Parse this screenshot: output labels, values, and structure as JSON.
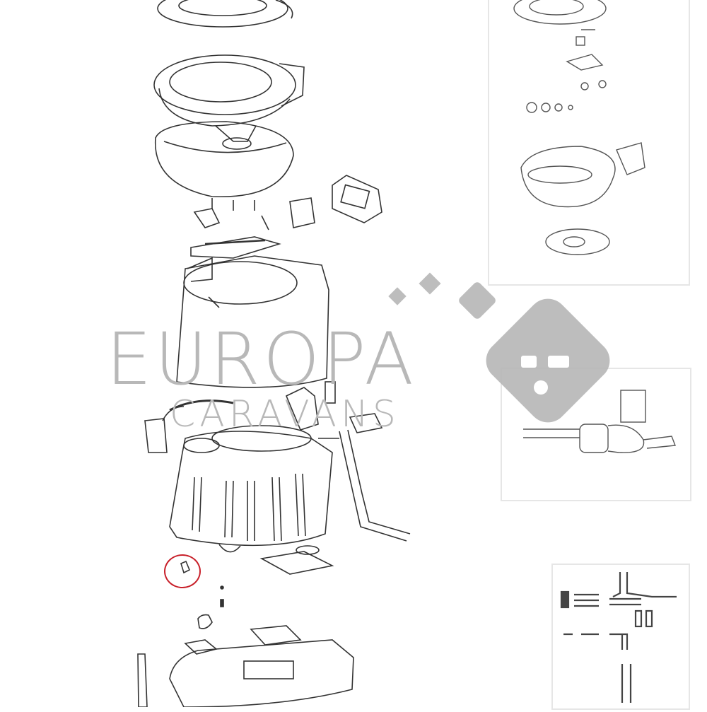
{
  "diagram": {
    "type": "exploded-parts-diagram",
    "subject": "portable cassette toilet",
    "main_assembly": {
      "parts": [
        {
          "id": "toilet-seat-lid",
          "label": ""
        },
        {
          "id": "toilet-bowl",
          "label": ""
        },
        {
          "id": "bowl-housing",
          "label": ""
        },
        {
          "id": "level-indicator-panel",
          "label": ""
        },
        {
          "id": "gasket-plate",
          "label": ""
        },
        {
          "id": "blade-mechanism",
          "label": ""
        },
        {
          "id": "upper-tank-body",
          "label": ""
        },
        {
          "id": "seal-ring",
          "label": ""
        },
        {
          "id": "pump-unit",
          "label": ""
        },
        {
          "id": "flush-pipe",
          "label": ""
        },
        {
          "id": "lower-tank-ribbed",
          "label": ""
        },
        {
          "id": "highlighted-small-part",
          "label": ""
        },
        {
          "id": "valve-cap",
          "label": ""
        },
        {
          "id": "cassette-tray",
          "label": ""
        }
      ]
    },
    "insets": [
      {
        "id": "inset-seat-hinge-bowl",
        "label": ""
      },
      {
        "id": "inset-pump-connector",
        "label": ""
      },
      {
        "id": "inset-hose-kit",
        "label": ""
      }
    ],
    "highlight": {
      "color": "#c8202a",
      "target": "highlighted-small-part"
    }
  },
  "watermark": {
    "line1": "EUROPA",
    "line2": "CARAVANS",
    "color": "#b8b8b8"
  }
}
